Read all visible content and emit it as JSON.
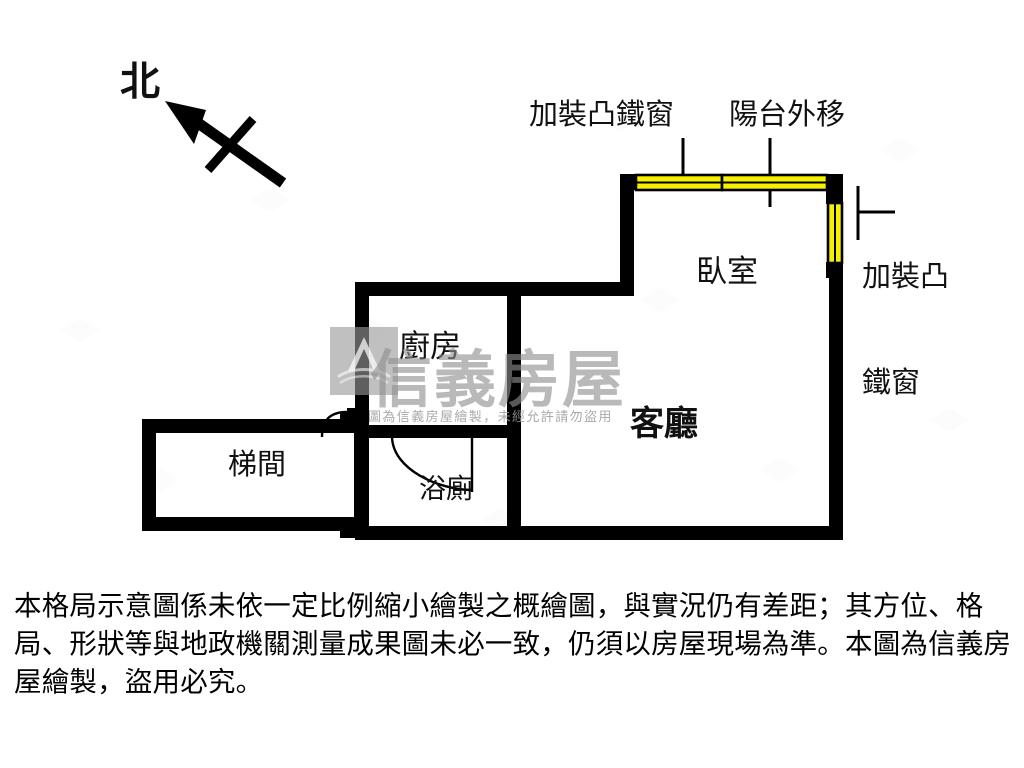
{
  "document": {
    "type": "floor-plan",
    "compass": {
      "label": "北",
      "direction": "north-arrow-upper-left"
    }
  },
  "annotations": {
    "top_left_callout": "加裝凸鐵窗",
    "top_right_callout": "陽台外移",
    "right_callout_line1": "加裝凸",
    "right_callout_line2": "鐵窗"
  },
  "rooms": [
    {
      "key": "bedroom",
      "label": "臥室"
    },
    {
      "key": "kitchen",
      "label": "廚房"
    },
    {
      "key": "living",
      "label": "客廳"
    },
    {
      "key": "stairwell",
      "label": "梯間"
    },
    {
      "key": "bathroom",
      "label": "浴廁"
    }
  ],
  "room_labels": {
    "bedroom": "臥室",
    "kitchen": "廚房",
    "living": "客廳",
    "stairwell": "梯間",
    "bathroom": "浴廁"
  },
  "watermark": {
    "brand": "信義房屋",
    "note": "圖為信義房屋繪製，未經允許請勿盜用"
  },
  "disclaimer": "本格局示意圖係未依一定比例縮小繪製之概繪圖，與實況仍有差距；其方位、格局、形狀等與地政機關測量成果圖未必一致，仍須以房屋現場為準。本圖為信義房屋繪製，盜用必究。",
  "colors": {
    "wall": "#000000",
    "window_fill": "#f5f000",
    "window_stroke": "#000000",
    "background": "#ffffff",
    "text": "#111111",
    "watermark": "#9a9a9a"
  },
  "features": {
    "windows": [
      {
        "name": "bedroom-top-window-left",
        "orientation": "horizontal"
      },
      {
        "name": "bedroom-top-window-right",
        "orientation": "horizontal"
      },
      {
        "name": "bedroom-right-window",
        "orientation": "vertical"
      }
    ],
    "doors": [
      {
        "name": "kitchen-door",
        "swing": "arc"
      },
      {
        "name": "bathroom-door",
        "swing": "arc"
      }
    ]
  }
}
